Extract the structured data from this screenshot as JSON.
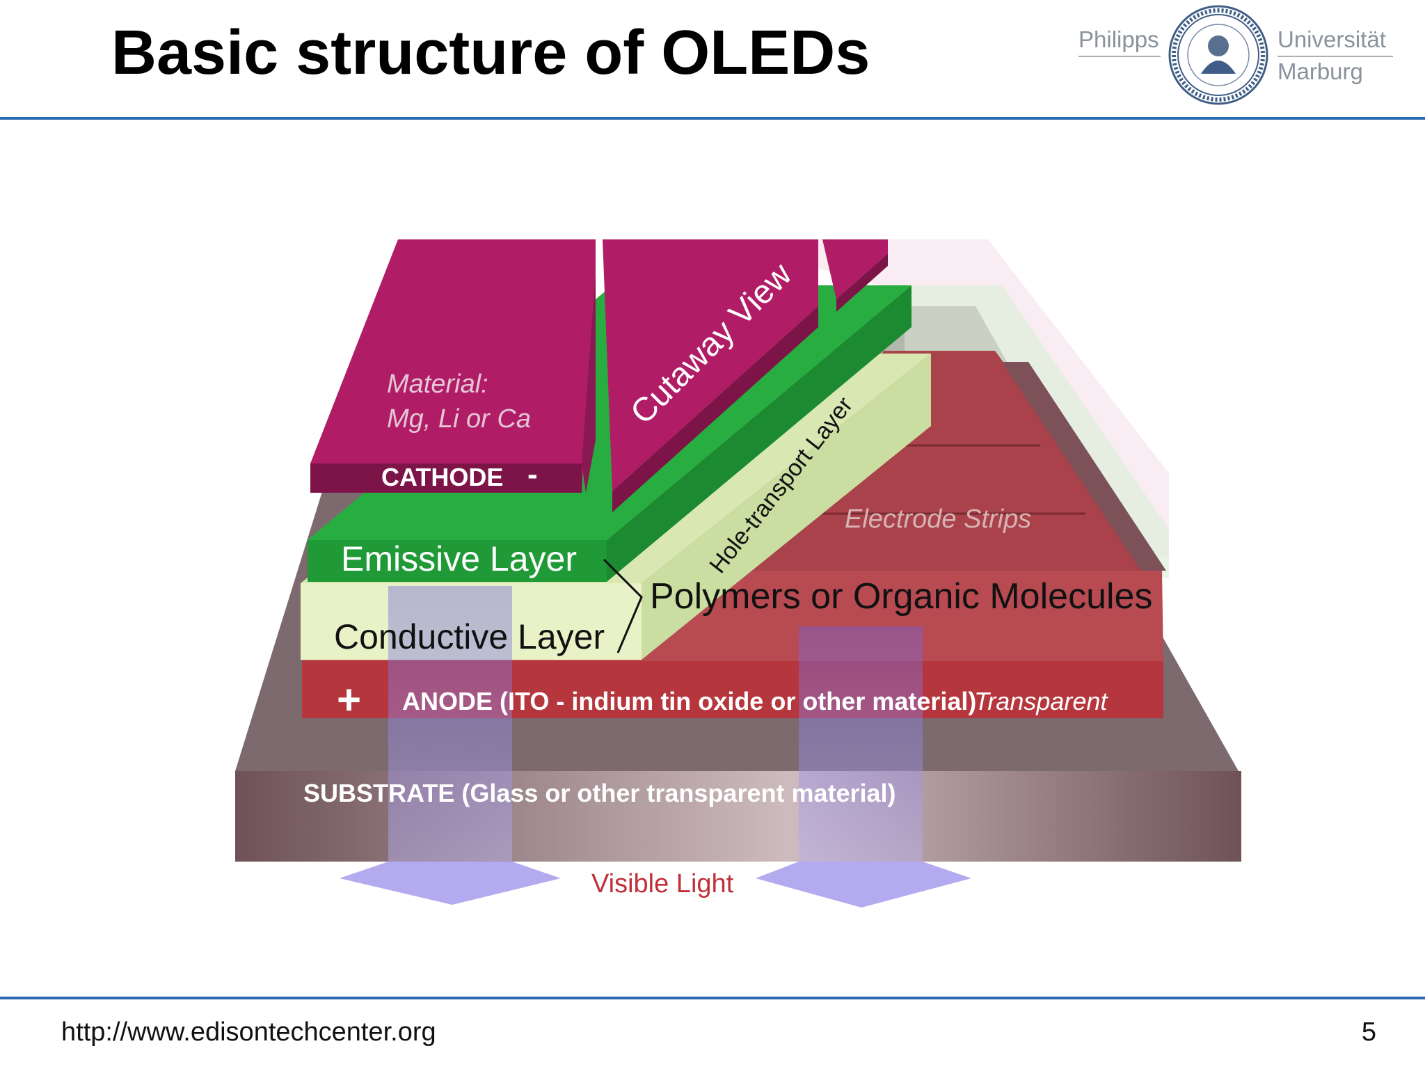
{
  "slide": {
    "title": "Basic structure of OLEDs",
    "source_url": "http://www.edisontechcenter.org",
    "page_number": "5"
  },
  "logo": {
    "word_left": "Philipps",
    "word_right_top": "Universität",
    "word_right_bottom": "Marburg",
    "seal_icon": "university-seal-icon"
  },
  "diagram": {
    "cathode_material_line1": "Material:",
    "cathode_material_line2": "Mg, Li or Ca",
    "cathode_label": "CATHODE",
    "cathode_sign": "-",
    "cutaway_label": "Cutaway View",
    "hole_transport_label": "Hole-transport Layer",
    "electrode_strips_label": "Electrode Strips",
    "emissive_label": "Emissive Layer",
    "polymers_label": "Polymers or Organic Molecules",
    "conductive_label": "Conductive Layer",
    "anode_sign": "+",
    "anode_label": "ANODE (ITO - indium tin oxide or other material)",
    "anode_transparent": "Transparent",
    "substrate_label": "SUBSTRATE (Glass or other transparent material)",
    "visible_light_label": "Visible Light"
  },
  "colors": {
    "title_rule": "#2a6ab3",
    "cathode": "#b01d66",
    "cathode_dark": "#7d1448",
    "emissive": "#22a33a",
    "conductive": "#e8f2c6",
    "anode": "#b5363d",
    "substrate": "#7e6066",
    "light_arrow": "#8c80e6",
    "visible_light_text": "#c0303a"
  }
}
